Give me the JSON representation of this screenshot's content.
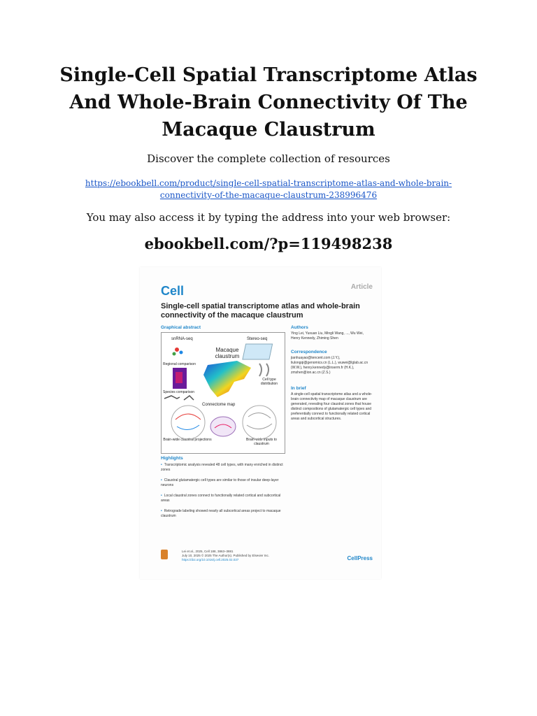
{
  "header": {
    "title": "Single-Cell Spatial Transcriptome Atlas And Whole-Brain Connectivity Of The Macaque Claustrum",
    "subtitle": "Discover the complete collection of resources",
    "link": "https://ebookbell.com/product/single-cell-spatial-transcriptome-atlas-and-whole-brain-connectivity-of-the-macaque-claustrum-238996476",
    "access_text": "You may also access it by typing the address into your web browser:",
    "short_url": "ebookbell.com/?p=119498238"
  },
  "cover": {
    "journal": "Cell",
    "article_type": "Article",
    "title": "Single-cell spatial transcriptome atlas and whole-brain connectivity of the macaque claustrum",
    "graphical_abstract_label": "Graphical abstract",
    "ga": {
      "snrna": "snRNA-seq",
      "stereo": "Stereo-seq",
      "macaque": "Macaque claustrum",
      "regional": "Regional comparison",
      "celltype": "Cell type distribution",
      "species": "Species comparison",
      "connectome": "Connectome map",
      "projections": "Brain-wide claustral projections",
      "inputs": "Brain-wide inputs to claustrum"
    },
    "authors_label": "Authors",
    "authors": "Ying Lei, Yuxuan Liu, Mingli Wang, ..., Wu Wei, Henry Kennedy, Zhiming Shen",
    "correspondence_label": "Correspondence",
    "correspondence": "jianhuayao@tencent.com (J.Y.), liulongqi@genomics.cn (L.L.), wuwei@lglab.ac.cn (W.W.), henry.kennedy@inserm.fr (H.K.), zmshen@ion.ac.cn (Z.S.)",
    "inbrief_label": "In brief",
    "inbrief": "A single-cell spatial transcriptome atlas and a whole-brain connectivity map of macaque claustrum are generated, revealing four claustral zones that house distinct compositions of glutamatergic cell types and preferentially connect to functionally related cortical areas and subcortical structures.",
    "highlights_label": "Highlights",
    "highlights": [
      "Transcriptomic analysis revealed 48 cell types, with many enriched in distinct zones",
      "Claustral glutamatergic cell types are similar to those of insular deep-layer neurons",
      "Local claustral zones connect to functionally related cortical and subcortical areas",
      "Retrograde labeling showed nearly all subcortical areas project to macaque claustrum"
    ],
    "citation": "Lei et al., 2025, Cell 188, 3863–3881",
    "date_line": "July 10, 2025 © 2025 The Author(s). Published by Elsevier Inc.",
    "doi": "https://doi.org/10.1016/j.cell.2025.02.037",
    "publisher": "CellPress",
    "colors": {
      "cell_blue": "#1f86c9",
      "link_blue": "#1a56c7"
    }
  }
}
